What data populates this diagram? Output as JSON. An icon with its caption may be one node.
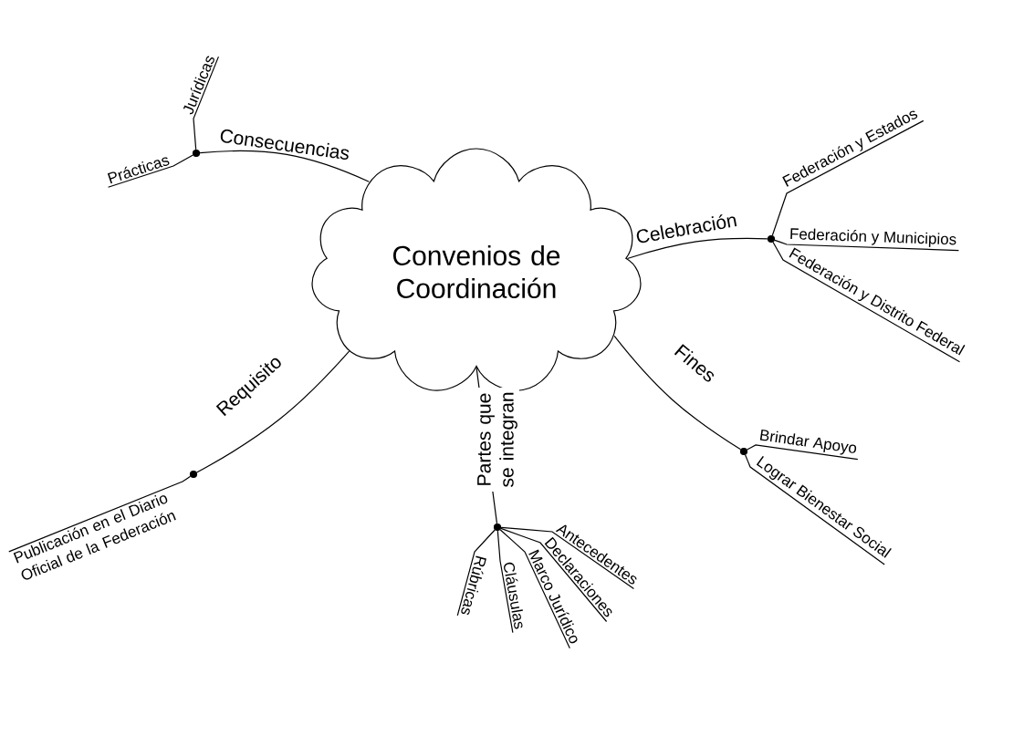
{
  "diagram": {
    "nodes": [
      {
        "text": [
          "Convenios de Coordinación"
        ]
      },
      {
        "text": [],
        "shape": "circle"
      },
      {
        "text": [
          "Jurídicas"
        ]
      },
      {
        "text": [
          "Prácticas"
        ]
      },
      {
        "text": [],
        "shape": "circle"
      },
      {
        "text": [
          "Federación y Estados"
        ]
      },
      {
        "text": [
          "Federación y Municipios"
        ]
      },
      {
        "text": [
          "Federación y Distrito Federal"
        ]
      },
      {
        "text": [],
        "shape": "circle"
      },
      {
        "text": [
          "Brindar Apoyo"
        ]
      },
      {
        "text": [
          "Lograr Bienestar Social"
        ]
      },
      {
        "text": [],
        "shape": "circle"
      },
      {
        "text": [
          "Publicación en el Diario Oficial de la Federación"
        ]
      },
      {
        "text": [],
        "shape": "circle"
      },
      {
        "text": [
          "Antecedentes"
        ]
      },
      {
        "text": [
          "Declaraciones"
        ]
      },
      {
        "text": [
          "Marco Jurídico"
        ]
      },
      {
        "text": [
          "Cláusulas"
        ]
      },
      {
        "text": [
          "Rúbricas"
        ]
      }
    ],
    "edges": [
      {
        "from": 0,
        "to": 1,
        "arrow": "none",
        "label": "Consecuencias"
      },
      {
        "from": 1,
        "to": 2,
        "arrow": "none"
      },
      {
        "from": 1,
        "to": 3,
        "arrow": "none"
      },
      {
        "from": 0,
        "to": 4,
        "arrow": "none",
        "label": "Celebración"
      },
      {
        "from": 4,
        "to": 5,
        "arrow": "none"
      },
      {
        "from": 4,
        "to": 6,
        "arrow": "none"
      },
      {
        "from": 4,
        "to": 7,
        "arrow": "none"
      },
      {
        "from": 0,
        "to": 8,
        "arrow": "none",
        "label": "Fines"
      },
      {
        "from": 8,
        "to": 9,
        "arrow": "none"
      },
      {
        "from": 8,
        "to": 10,
        "arrow": "none"
      },
      {
        "from": 0,
        "to": 11,
        "arrow": "none",
        "label": "Requisito"
      },
      {
        "from": 11,
        "to": 12,
        "arrow": "none"
      },
      {
        "from": 0,
        "to": 13,
        "arrow": "none",
        "label": "Partes que se integran"
      },
      {
        "from": 13,
        "to": 14,
        "arrow": "none"
      },
      {
        "from": 13,
        "to": 15,
        "arrow": "none"
      },
      {
        "from": 13,
        "to": 16,
        "arrow": "none"
      },
      {
        "from": 13,
        "to": 17,
        "arrow": "none"
      },
      {
        "from": 13,
        "to": 18,
        "arrow": "none"
      }
    ]
  }
}
